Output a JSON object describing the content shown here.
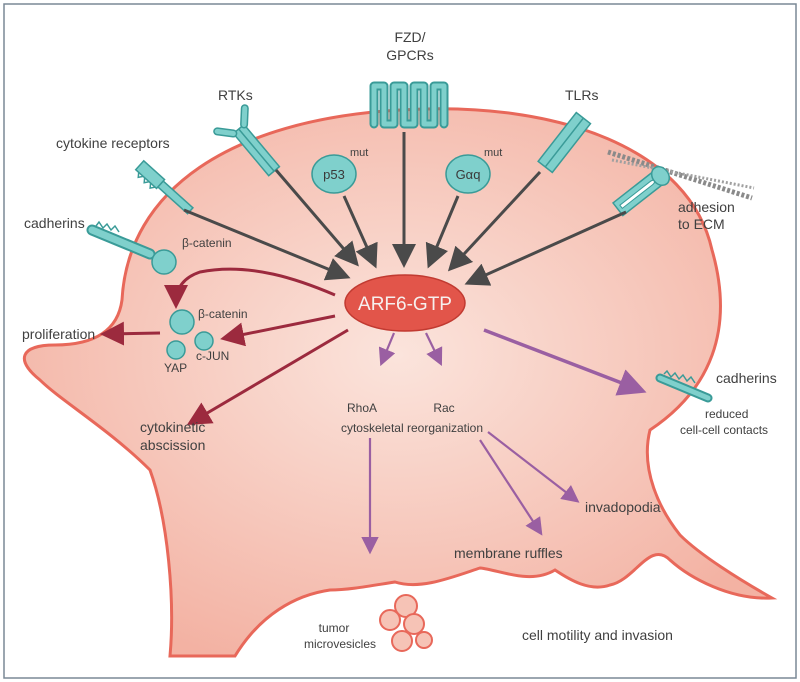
{
  "colors": {
    "frame": "#7a8896",
    "cell_fill": "#f6c3b6",
    "cell_stroke": "#e8685a",
    "receptor_fill": "#7fd0cc",
    "receptor_stroke": "#3a9b98",
    "hub_fill": "#e2554a",
    "hub_text": "#f6f0ee",
    "arrow_dark": "#4a4a4a",
    "arrow_red": "#9c2a3e",
    "arrow_purple": "#9a5fa2",
    "text": "#404040"
  },
  "hub": {
    "label": "ARF6-GTP"
  },
  "receptors": {
    "fzd_line1": "FZD/",
    "fzd_line2": "GPCRs",
    "rtks": "RTKs",
    "tlrs": "TLRs",
    "cytokine": "cytokine receptors",
    "cadherins_in": "cadherins",
    "adhesion_line1": "adhesion",
    "adhesion_line2": "to ECM"
  },
  "inner": {
    "p53": "p53",
    "p53_sup": "mut",
    "gaq": "Gαq",
    "gaq_sup": "mut",
    "bcat1": "β-catenin",
    "bcat2": "β-catenin",
    "yap": "YAP",
    "cjun": "c-JUN"
  },
  "outputs": {
    "proliferation": "proliferation",
    "cytokinetic_line1": "cytokinetic",
    "cytokinetic_line2": "abscission",
    "rhoa": "RhoA",
    "rac": "Rac",
    "cytoskeletal": "cytoskeletal reorganization",
    "cadherins_out": "cadherins",
    "reduced_line1": "reduced",
    "reduced_line2": "cell-cell contacts",
    "invadopodia": "invadopodia",
    "ruffles": "membrane ruffles",
    "microvesicles_line1": "tumor",
    "microvesicles_line2": "microvesicles",
    "motility": "cell motility and invasion"
  }
}
